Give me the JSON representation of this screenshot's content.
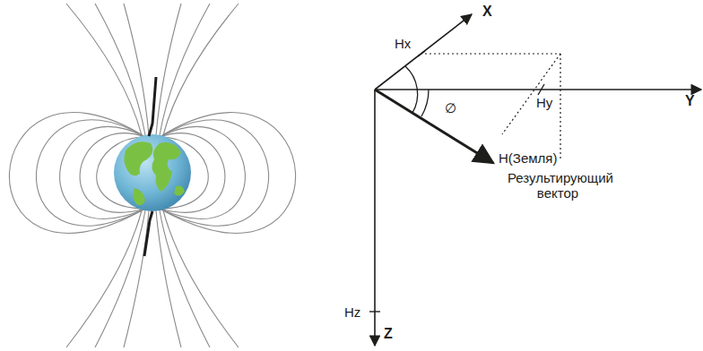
{
  "diagram": {
    "labels": [
      "X",
      "Hx",
      "Hy",
      "Y",
      "∅",
      "H(Земля)",
      "Результирующий вектор",
      "Hz",
      "Z"
    ]
  }
}
